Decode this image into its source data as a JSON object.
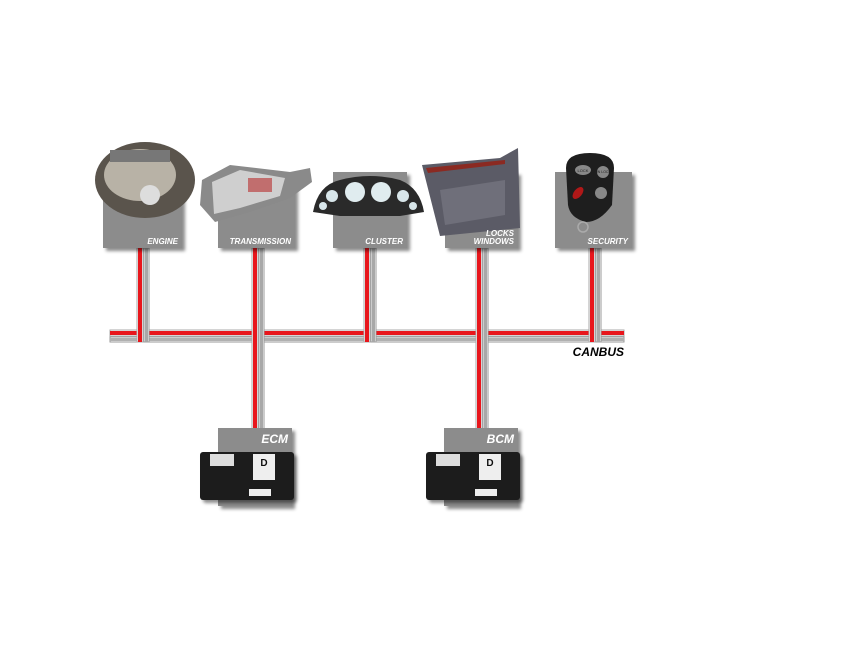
{
  "nodes": {
    "engine": "ENGINE",
    "transmission": "TRANSMISSION",
    "cluster": "CLUSTER",
    "locks_line1": "LOCKS",
    "locks_line2": "WINDOWS",
    "security": "SECURITY",
    "ecm": "ECM",
    "bcm": "BCM"
  },
  "bus_label": "CANBUS",
  "module_badge": "D",
  "fob_buttons": {
    "lock": "LOCK",
    "unlock": "UN LOCK"
  },
  "colors": {
    "wire_red": "#e8161c",
    "wire_gray": "#a8a8a8",
    "box_gray": "#8c8c8c"
  }
}
